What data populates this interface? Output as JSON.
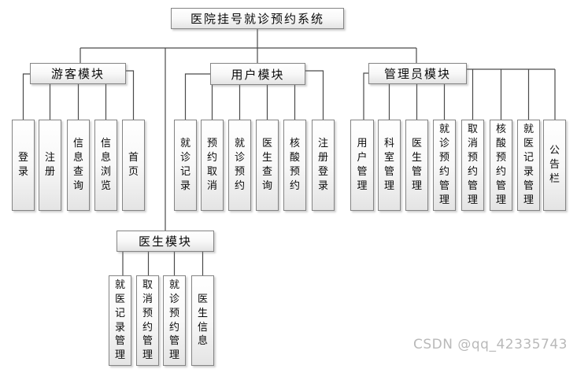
{
  "title": "医院挂号就诊预约系统",
  "modules": {
    "visitor": {
      "label": "游客模块",
      "children": [
        "登录",
        "注册",
        "信息查询",
        "信息浏览",
        "首页"
      ]
    },
    "user": {
      "label": "用户模块",
      "children": [
        "就诊记录",
        "预约取消",
        "就诊预约",
        "医生查询",
        "核酸预约",
        "注册登录"
      ]
    },
    "admin": {
      "label": "管理员模块",
      "children": [
        "用户管理",
        "科室管理",
        "医生管理",
        "就诊预约管理",
        "取消预约管理",
        "核酸预约管理",
        "就医记录管理",
        "公告栏"
      ]
    },
    "doctor": {
      "label": "医生模块",
      "children": [
        "就医记录管理",
        "取消预约管理",
        "就诊预约管理",
        "医生信息"
      ]
    }
  },
  "watermark": "CSDN @qq_42335743",
  "colors": {
    "line": "#4a4a4a",
    "box_border": "#848484",
    "box_fill_top": "#ffffff",
    "box_fill_bottom": "#e4e4e4",
    "text": "#0a0a0a",
    "watermark": "#b9b9b9",
    "background": "#ffffff"
  }
}
